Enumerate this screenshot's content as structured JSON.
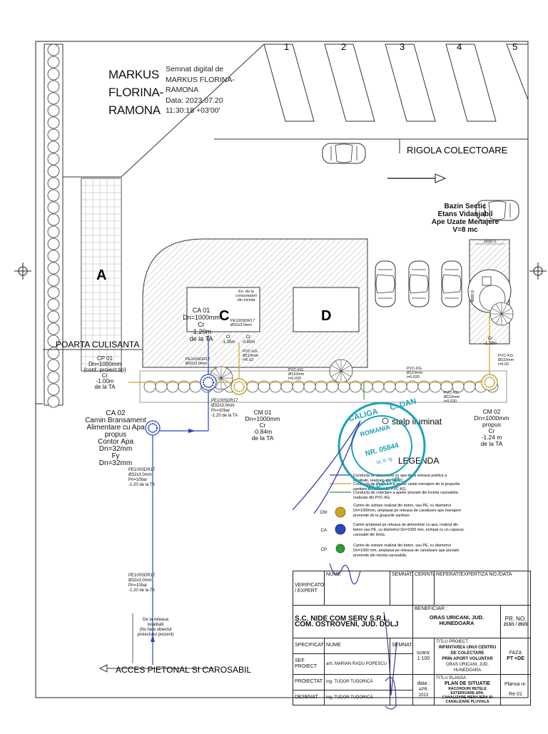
{
  "signature": {
    "name_lines": [
      "MARKUS",
      "FLORINA-",
      "RAMONA"
    ],
    "detail_lines": [
      "Semnat digital de",
      "MARKUS FLORINA-",
      "RAMONA",
      "Data: 2023.07.20",
      "11:30:18 +03'00'"
    ]
  },
  "parking_numbers": [
    "1",
    "2",
    "3",
    "4",
    "5"
  ],
  "labels": {
    "rigola": "RIGOLA COLECTOARE",
    "bazin": [
      "Bazin Sectic",
      "Etans Vidanjabil",
      "Ape Uzate Menajere",
      "V=8 mc"
    ],
    "dim_1600": "1600.0",
    "dim_4000": "4000.0",
    "zone_a": "A",
    "zone_c": "C",
    "zone_d": "D",
    "poarta": "POARTA CULISANTA",
    "acces": "ACCES PIETONAL SI CAROSABIL",
    "stalp": "stalp iluminat",
    "legenda": "LEGENDA",
    "de_la_retea": [
      "De la reteaua",
      "localitatii",
      "(Nu face obiectul",
      "proiectului prezent)"
    ]
  },
  "nodes": {
    "ca01": [
      "CA 01",
      "Dn=1000mm",
      "Cr",
      "-1.20m",
      "de la TA"
    ],
    "cp01": [
      "CP 01",
      "Dn=1000mm",
      "(conf. proiect tip)",
      "Cr",
      "-1.00m",
      "de la TA"
    ],
    "ca02": [
      "CA 02",
      "Camin Bransament",
      "Alimentare cu Apa",
      "propus",
      "Contor Apa",
      "Dn=32mm",
      "Fy",
      "Dn=32mm"
    ],
    "cm01": [
      "CM 01",
      "Dn=1000mm",
      "Cr",
      "-0.84m",
      "de la TA"
    ],
    "cm02": [
      "CM 02",
      "Dn=1000mm",
      "propus",
      "Cr",
      "-1.24 m",
      "de la TA"
    ],
    "cr_c1": [
      "Cr",
      "-1.35m"
    ],
    "cr_c2": [
      "Cr",
      "-0.80m"
    ],
    "cr_bazin": [
      "Cr",
      "-1.28m"
    ],
    "consumatori": [
      "Ex. de la",
      "consumatori",
      "din incinta"
    ]
  },
  "pipes": {
    "pe_top": [
      "PE100SDR17",
      "Ø32x3.0mm"
    ],
    "pe_c": [
      "PE100SDR17",
      "Ø32x3.0mm"
    ],
    "pvc_c": [
      "PVC-KG",
      "Ø110mm",
      "i=0.02"
    ],
    "pvc_mid": [
      "PVC-KG",
      "Ø110mm",
      "i=0.020"
    ],
    "pvc_right": [
      "PVC-KG",
      "Ø110mm",
      "i=0.020"
    ],
    "pvc_cm2": [
      "PVC-KG",
      "Ø110mm",
      "i=0.020"
    ],
    "pvc_low": [
      "PVC-KG",
      "Ø110mm",
      "i=0.02"
    ],
    "pe_cm01": [
      "PE100SDR17",
      "Ø32x3.0mm",
      "Pn=10bar",
      "-1.20 de la TA"
    ],
    "pe_ca02": [
      "PE100SDR17",
      "Ø32x3.0mm",
      "Pn=10bar",
      "-1.20 de la TA"
    ],
    "pe_low": [
      "PE100SDR17",
      "Ø32x3.0mm",
      "Pn=10bar",
      "-1.20 de la TA"
    ]
  },
  "stamp": {
    "ring_top": "CALIGA",
    "ring_right": "C. DAN",
    "country": "ROMANIA",
    "nr": "NR. 05844",
    "sub": "la; it; ig",
    "ring_bottom": "IN DATOR"
  },
  "legend_items": [
    "Conducta de alimentare cu apa de la reteaua publica a localitatii, realizata din PEHD.",
    "Conducta de evacuare a apelor uzate menajere de la grupurile sanitare, realizata din PVC-KG.",
    "Conducta de colectare a apelor pluviale din incinta carosabila, realizata din PVC-KG.",
    "Camin de vizitare realizat din beton, sau PE, cu diametrul Dn=1000mm, amplasat pe reteaua de canalizare ape menajere provenite de la grupurile sanitare.",
    "Camin amplasat pe reteaua de alimentare cu apa, realizat din beton sau PE, cu diametrul Dn=1000 mm, echipat cu un capacac carosabil din fonta.",
    "Camin de vizitare realizat din beton, sau PE, cu diametrul Dn=1000 mm, amplasat pe reteaua de canalizare ape pluviale provenite din incinta carosabila."
  ],
  "legend_codes": [
    "CM",
    "CA",
    "CP"
  ],
  "title_block": {
    "verificator": "VERIFICATOR / EXPERT",
    "nume": "NUME",
    "semnat": "SEMNAT.",
    "cerinta": "CERINTA",
    "referat": "REFERAT/EXPERTIZA NO./DATA",
    "company1": "S.C. NIDE COM SERV S.R.L.",
    "company2": "COM. OSTROVENI, JUD. DOLJ",
    "beneficiar_label": "BENEFICIAR :",
    "beneficiar": "ORAS URICANI, JUD. HUNEDOARA",
    "pr_no_label": "PR. NO.",
    "pr_no": "213/1 / 2023",
    "specificatie": "SPECIFICATIE",
    "scara_label": "scara:",
    "scara": "1:100",
    "titlu_proiect_label": "TITLU PROIECT :",
    "titlu_proiect": [
      "INFIINTAREA UNUI CENTRU DE COLECTARE",
      "PRIN APORT VOLUNTAR",
      "ORAS URICANI, JUD. HUNEDOARA"
    ],
    "faza_label": "FAZA",
    "faza": "PT +DE",
    "sef_proiect": "SEF PROIECT",
    "sef_name": "arh. MARIAN RADU POPESCU",
    "proiectat": "PROIECTAT",
    "proiectat_name": "ing. TUDOR TUDORICĂ",
    "data_label": "data :",
    "data": "APR. 2023",
    "titlu_plansa_label": "TITLU PLANSA :",
    "titlu_plansa": [
      "PLAN DE SITUATIE",
      "RACORDURI RETELE EXTERIOARE APA,",
      "CANALIZARE MENAJERA SI CANALIZARE PLUVIALA"
    ],
    "plansa_label": "Plansa nr.",
    "plansa": "Re 01",
    "desenat": "DESENAT",
    "desenat_name": "ing. TUDOR TUDORICĂ"
  },
  "colors": {
    "water_pipe": "#2a46b8",
    "sewer_pipe": "#c9a52a",
    "rain_pipe": "#2e9a3a",
    "stamp": "#1aa3b5",
    "pen": "#3a3aa8"
  }
}
